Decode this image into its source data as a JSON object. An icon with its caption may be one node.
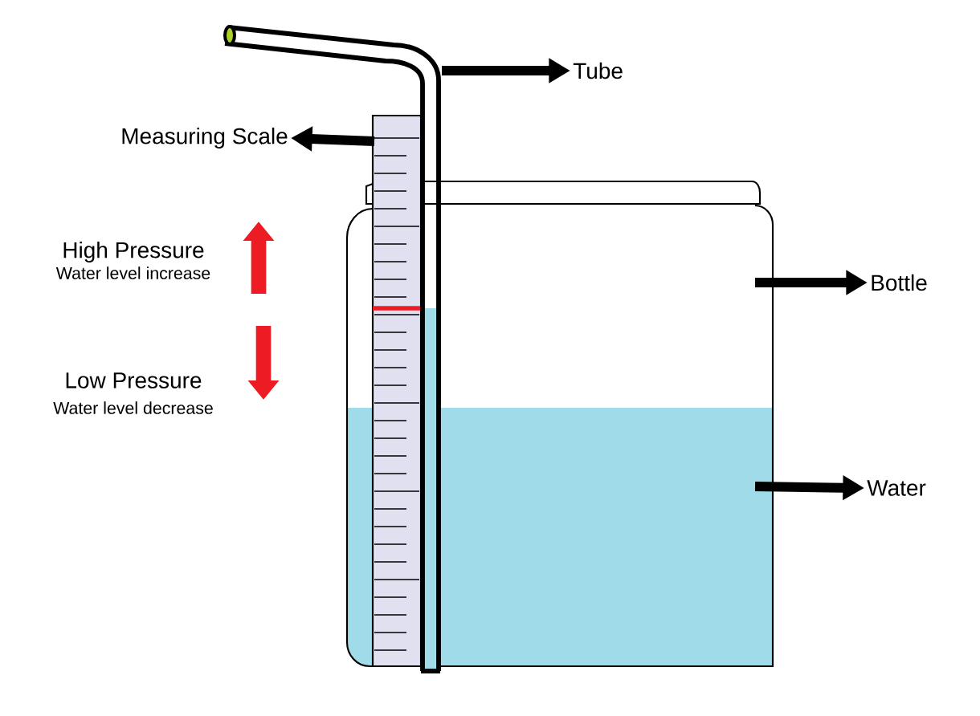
{
  "diagram": {
    "nodes": [
      {
        "text": [
          "Tube"
        ]
      },
      {
        "text": [
          "Measuring Scale"
        ]
      },
      {
        "text": [
          "Bottle"
        ]
      },
      {
        "text": [
          "Water"
        ]
      }
    ],
    "edges": [
      {
        "from": null,
        "to": 0,
        "arrow": "to"
      },
      {
        "from": null,
        "to": 1,
        "arrow": "to"
      },
      {
        "from": null,
        "to": 2,
        "arrow": "to"
      },
      {
        "from": null,
        "to": 3,
        "arrow": "to"
      }
    ],
    "labels": [
      "High Pressure",
      "Water level increase",
      "Low Pressure",
      "Water level decrease"
    ]
  }
}
